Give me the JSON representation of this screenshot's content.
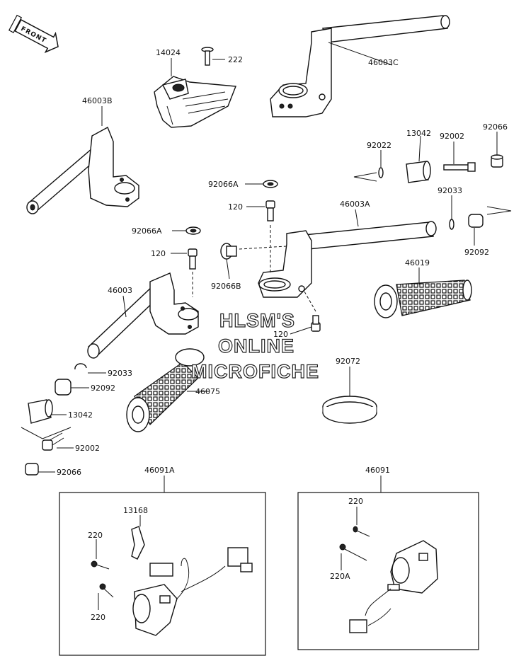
{
  "front_badge": "FRONT",
  "watermark": [
    "HLSM'S",
    "ONLINE",
    "MICROFICHE"
  ],
  "part_labels": {
    "p14024": "14024",
    "p222": "222",
    "p46003C": "46003C",
    "p46003B": "46003B",
    "p92022": "92022",
    "p13042_top": "13042",
    "p92002_top": "92002",
    "p92066_top": "92066",
    "p92066A_a": "92066A",
    "p120_a": "120",
    "p46003A": "46003A",
    "p92033_top": "92033",
    "p92066A_b": "92066A",
    "p120_b": "120",
    "p92092_top": "92092",
    "p46019": "46019",
    "p92066B": "92066B",
    "p46003": "46003",
    "p120_c": "120",
    "p92033_left": "92033",
    "p92072": "92072",
    "p92092_left": "92092",
    "p46075": "46075",
    "p13042_left": "13042",
    "p92002_left": "92002",
    "p92066_left": "92066",
    "p46091A": "46091A",
    "p46091": "46091",
    "p13168": "13168",
    "p220_a": "220",
    "p220_b": "220",
    "p220_c": "220",
    "p220A": "220A"
  }
}
